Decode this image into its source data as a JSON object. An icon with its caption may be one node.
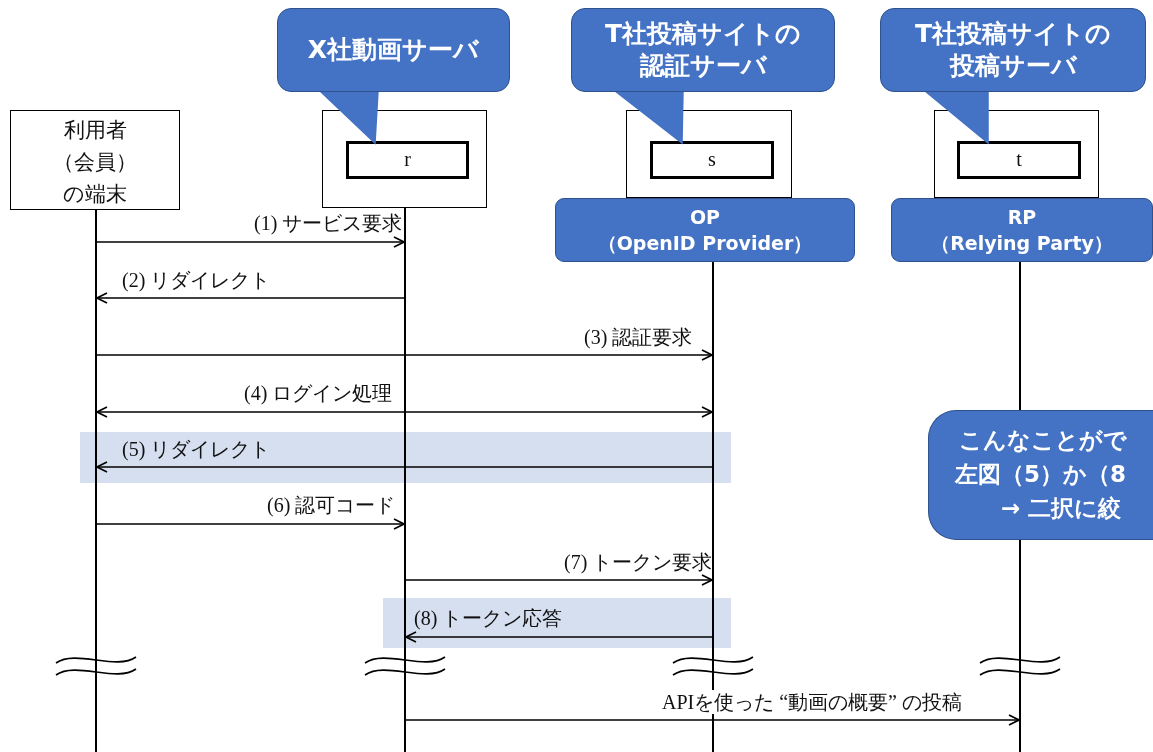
{
  "diagram": {
    "nodes": [
      {
        "text": [
          "X社動画サーバ"
        ]
      },
      {
        "text": [
          "T社投稿サイトの認証サーバ"
        ]
      },
      {
        "text": [
          "T社投稿サイトの投稿サーバ"
        ]
      },
      {
        "text": [
          "利用者（会員）の端末"
        ]
      },
      {
        "text": [],
        "shape": "box"
      },
      {
        "text": [
          "r"
        ],
        "in": 4
      },
      {
        "text": [],
        "shape": "box"
      },
      {
        "text": [
          "s"
        ],
        "in": 6
      },
      {
        "text": [],
        "shape": "box"
      },
      {
        "text": [
          "t"
        ],
        "in": 8
      },
      {
        "text": [
          "OP",
          "（OpenID Provider）"
        ]
      },
      {
        "text": [
          "RP",
          "（Relying Party）"
        ]
      },
      {
        "text": [
          "こんなことがで",
          "左図（5）か（8",
          "→ 二択に絞"
        ]
      },
      {
        "text": [],
        "shape": "line"
      },
      {
        "text": [],
        "shape": "line"
      },
      {
        "text": [],
        "shape": "line"
      },
      {
        "text": [],
        "shape": "line"
      }
    ],
    "edges": [
      {
        "from": 13,
        "to": 14,
        "arrow": "to",
        "label": "(1) サービス要求"
      },
      {
        "from": 14,
        "to": 13,
        "arrow": "to",
        "label": "(2) リダイレクト"
      },
      {
        "from": 13,
        "to": 15,
        "arrow": "to",
        "label": "(3) 認証要求"
      },
      {
        "from": 13,
        "to": 15,
        "arrow": "both",
        "label": "(4) ログイン処理"
      },
      {
        "from": 15,
        "to": 13,
        "arrow": "to",
        "label": "(5) リダイレクト"
      },
      {
        "from": 13,
        "to": 14,
        "arrow": "to",
        "label": "(6) 認可コード"
      },
      {
        "from": 14,
        "to": 15,
        "arrow": "to",
        "label": "(7) トークン要求"
      },
      {
        "from": 15,
        "to": 14,
        "arrow": "to",
        "label": "(8) トークン応答"
      },
      {
        "from": 14,
        "to": 16,
        "arrow": "to",
        "label": "APIを使った “動画の概要” の投稿"
      },
      {
        "from": 0,
        "to": 5,
        "arrow": "to",
        "color": "#4472c4"
      },
      {
        "from": 1,
        "to": 7,
        "arrow": "to",
        "color": "#4472c4"
      },
      {
        "from": 2,
        "to": 9,
        "arrow": "to",
        "color": "#4472c4"
      }
    ]
  }
}
